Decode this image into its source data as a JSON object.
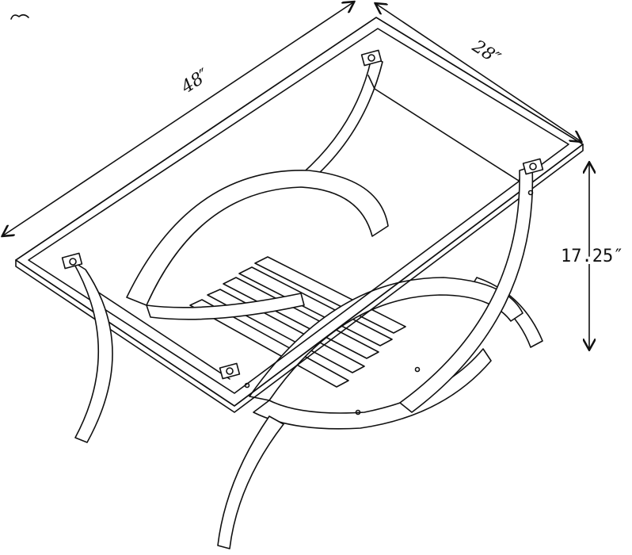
{
  "dimensions": {
    "length": "48″",
    "width": "28″",
    "height": "17.25″"
  }
}
